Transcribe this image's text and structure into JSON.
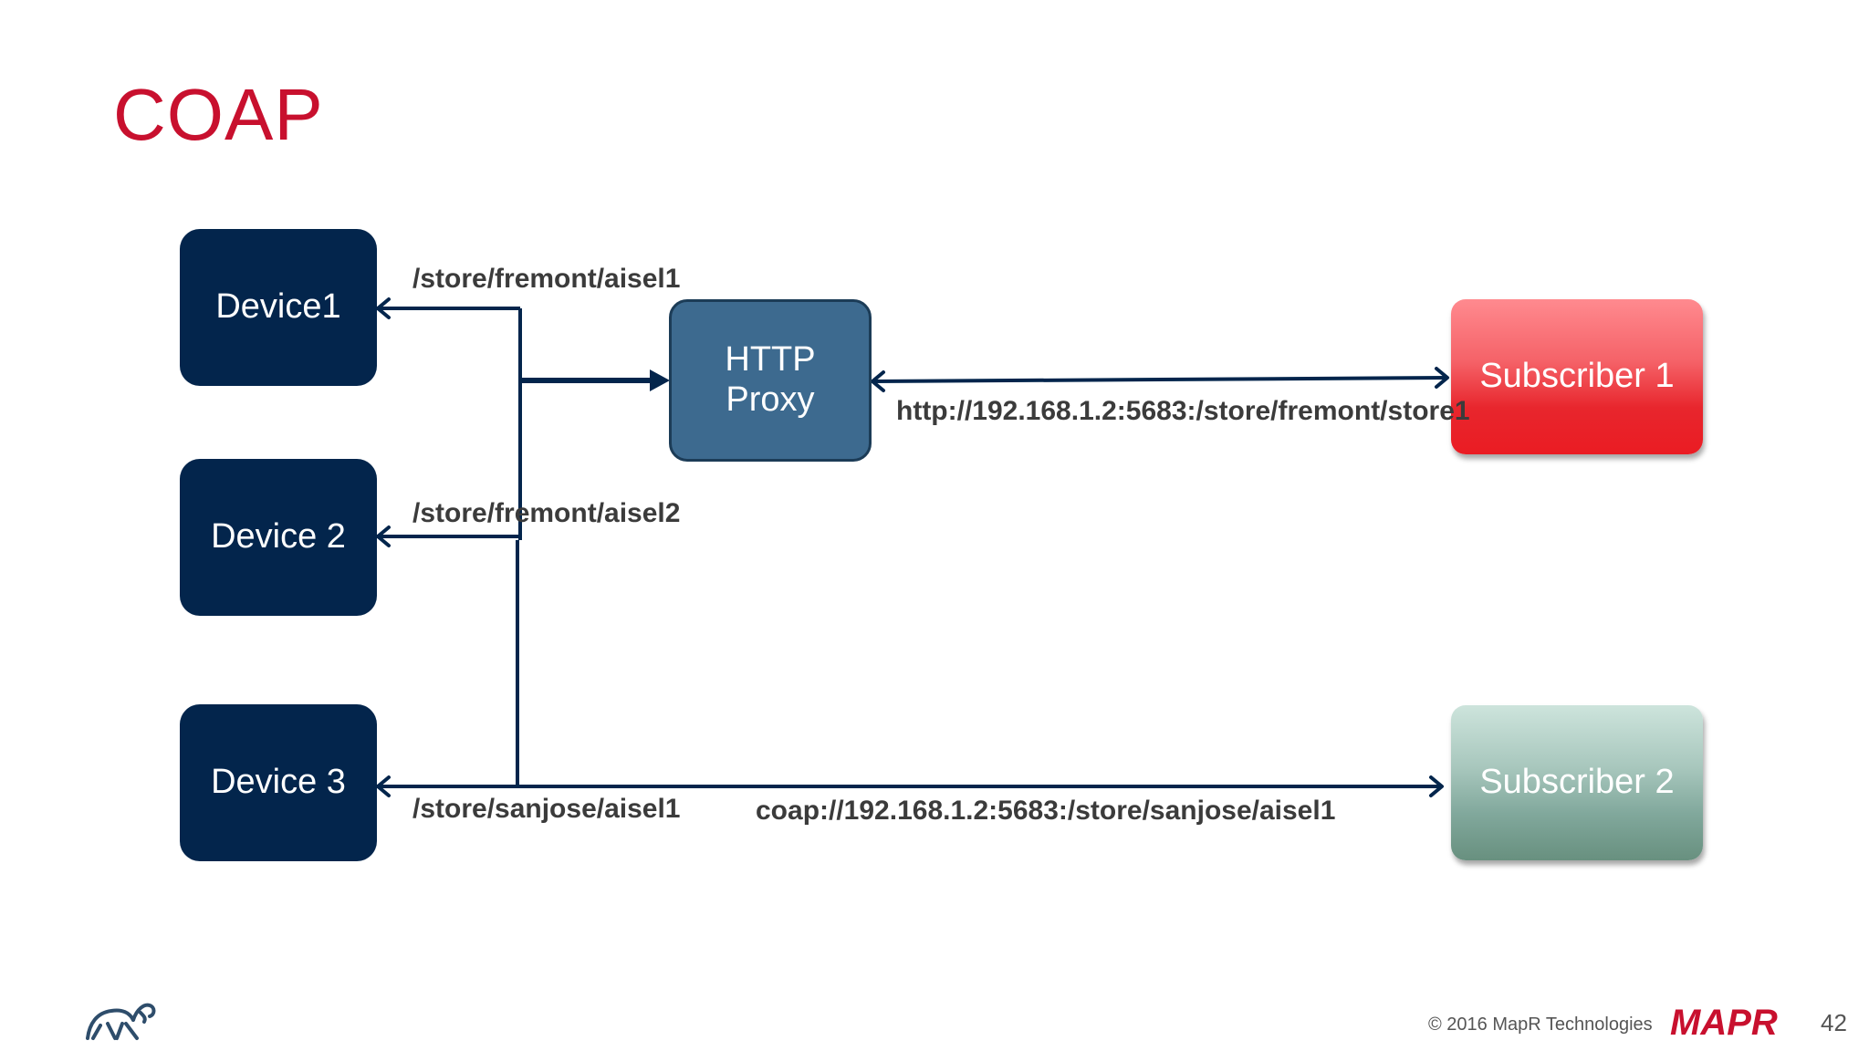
{
  "title": "COAP",
  "devices": [
    {
      "label": "Device1"
    },
    {
      "label": "Device 2"
    },
    {
      "label": "Device 3"
    }
  ],
  "proxy": {
    "label_line1": "HTTP",
    "label_line2": "Proxy"
  },
  "subscribers": [
    {
      "label": "Subscriber 1"
    },
    {
      "label": "Subscriber 2"
    }
  ],
  "paths": {
    "device1_path": "/store/fremont/aisel1",
    "device2_path": "/store/fremont/aisel2",
    "device3_path": "/store/sanjose/aisel1",
    "http_url": "http://192.168.1.2:5683:/store/fremont/store1",
    "coap_url": "coap://192.168.1.2:5683:/store/sanjose/aisel1"
  },
  "footer": {
    "copyright": "© 2016 MapR Technologies",
    "brand": "MAPR",
    "page_number": "42"
  },
  "colors": {
    "title": "#c8102e",
    "device": "#03254c",
    "proxy": "#3d6a8f",
    "subscriber1": "#ea1c23",
    "subscriber2": "#81a89c",
    "connector": "#03254c",
    "brand": "#c8102e"
  },
  "icons": {
    "logo": "elephant-logo-icon"
  }
}
